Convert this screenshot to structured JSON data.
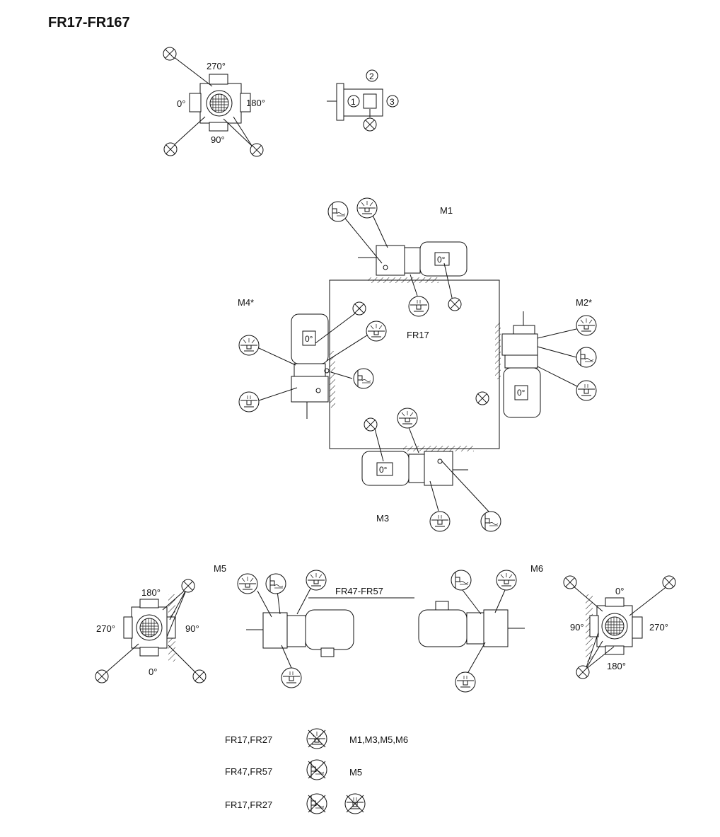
{
  "title": "FR17-FR167",
  "top_left_view": {
    "angles": {
      "top": "270°",
      "left": "0°",
      "right": "180°",
      "bottom": "90°"
    }
  },
  "top_right_view": {
    "positions": [
      "1",
      "2",
      "3"
    ]
  },
  "center_diagram": {
    "center_label": "FR17",
    "mountings": {
      "m1": "M1",
      "m2": "M2*",
      "m3": "M3",
      "m4": "M4*"
    },
    "motor_angle": "0°"
  },
  "bottom_section": {
    "m5_label": "M5",
    "m6_label": "M6",
    "range_label": "FR47-FR57",
    "left_angles": {
      "top": "180°",
      "left": "270°",
      "right": "90°",
      "bottom": "0°"
    },
    "right_angles": {
      "top": "0°",
      "left": "90°",
      "right": "270°",
      "bottom": "180°"
    }
  },
  "legend": [
    {
      "models": "FR17,FR27",
      "positions": "M1,M3,M5,M6"
    },
    {
      "models": "FR47,FR57",
      "positions": "M5"
    },
    {
      "models": "FR17,FR27",
      "positions": ""
    }
  ]
}
